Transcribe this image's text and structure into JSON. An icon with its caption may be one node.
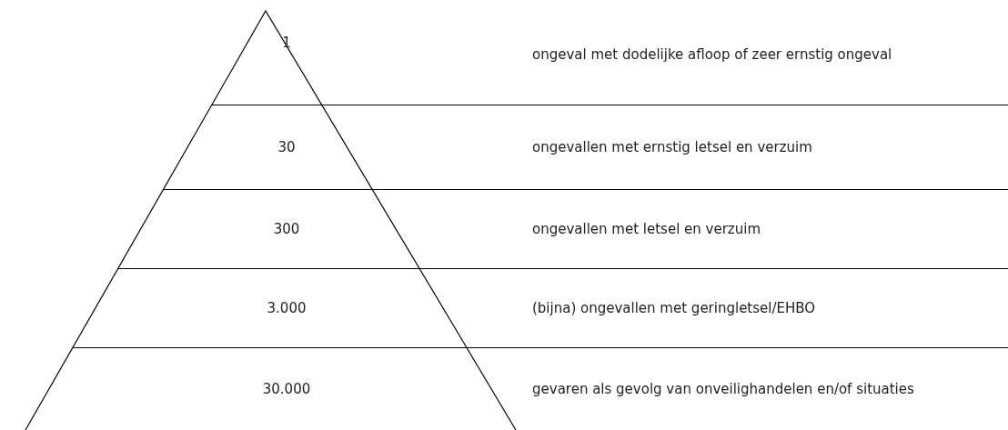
{
  "diagram": {
    "nodes": [
      {
        "text": [
          "1",
          "ongeval met dodelijke afloop of zeer ernstig ongeval"
        ]
      },
      {
        "text": [
          "30",
          "ongevallen met ernstig letsel en verzuim"
        ]
      },
      {
        "text": [
          "300",
          "ongevallen met letsel en verzuim"
        ]
      },
      {
        "text": [
          "3.000",
          "(bijna) ongevallen met geringletsel/EHBO"
        ]
      },
      {
        "text": [
          "30.000",
          "gevaren als gevolg van onveilighandelen en/of situaties"
        ]
      }
    ]
  }
}
